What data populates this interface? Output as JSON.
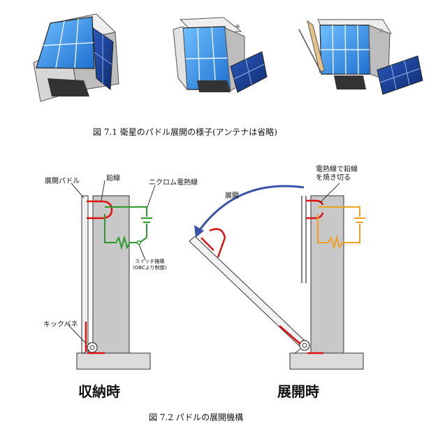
{
  "captions": {
    "fig1": "図 7.1 衛星のパドル展開の様子(アンテナは省略)",
    "fig2": "図 7.2 パドルの展開機構"
  },
  "labels": {
    "paddle": "展開パドル",
    "lead_wire": "鉛線",
    "nichrome": "ニクロム電熱線",
    "switch_line1": "スイッチ機構",
    "switch_line2": "(OBCより制御)",
    "kick_spring": "キックバネ",
    "deploy": "展開",
    "burn_line1": "電熱線で鉛線",
    "burn_line2": "を焼き切る",
    "stowed": "収納時",
    "deployed": "展開時"
  },
  "colors": {
    "panel_blue": "#3a8fe0",
    "panel_dark": "#1a3d8f",
    "wire_red": "#e01010",
    "circuit_green": "#2a9a2a",
    "circuit_orange": "#f0a020",
    "arrow_blue": "#3a55a8",
    "wall_gray": "#c8c8c8"
  }
}
